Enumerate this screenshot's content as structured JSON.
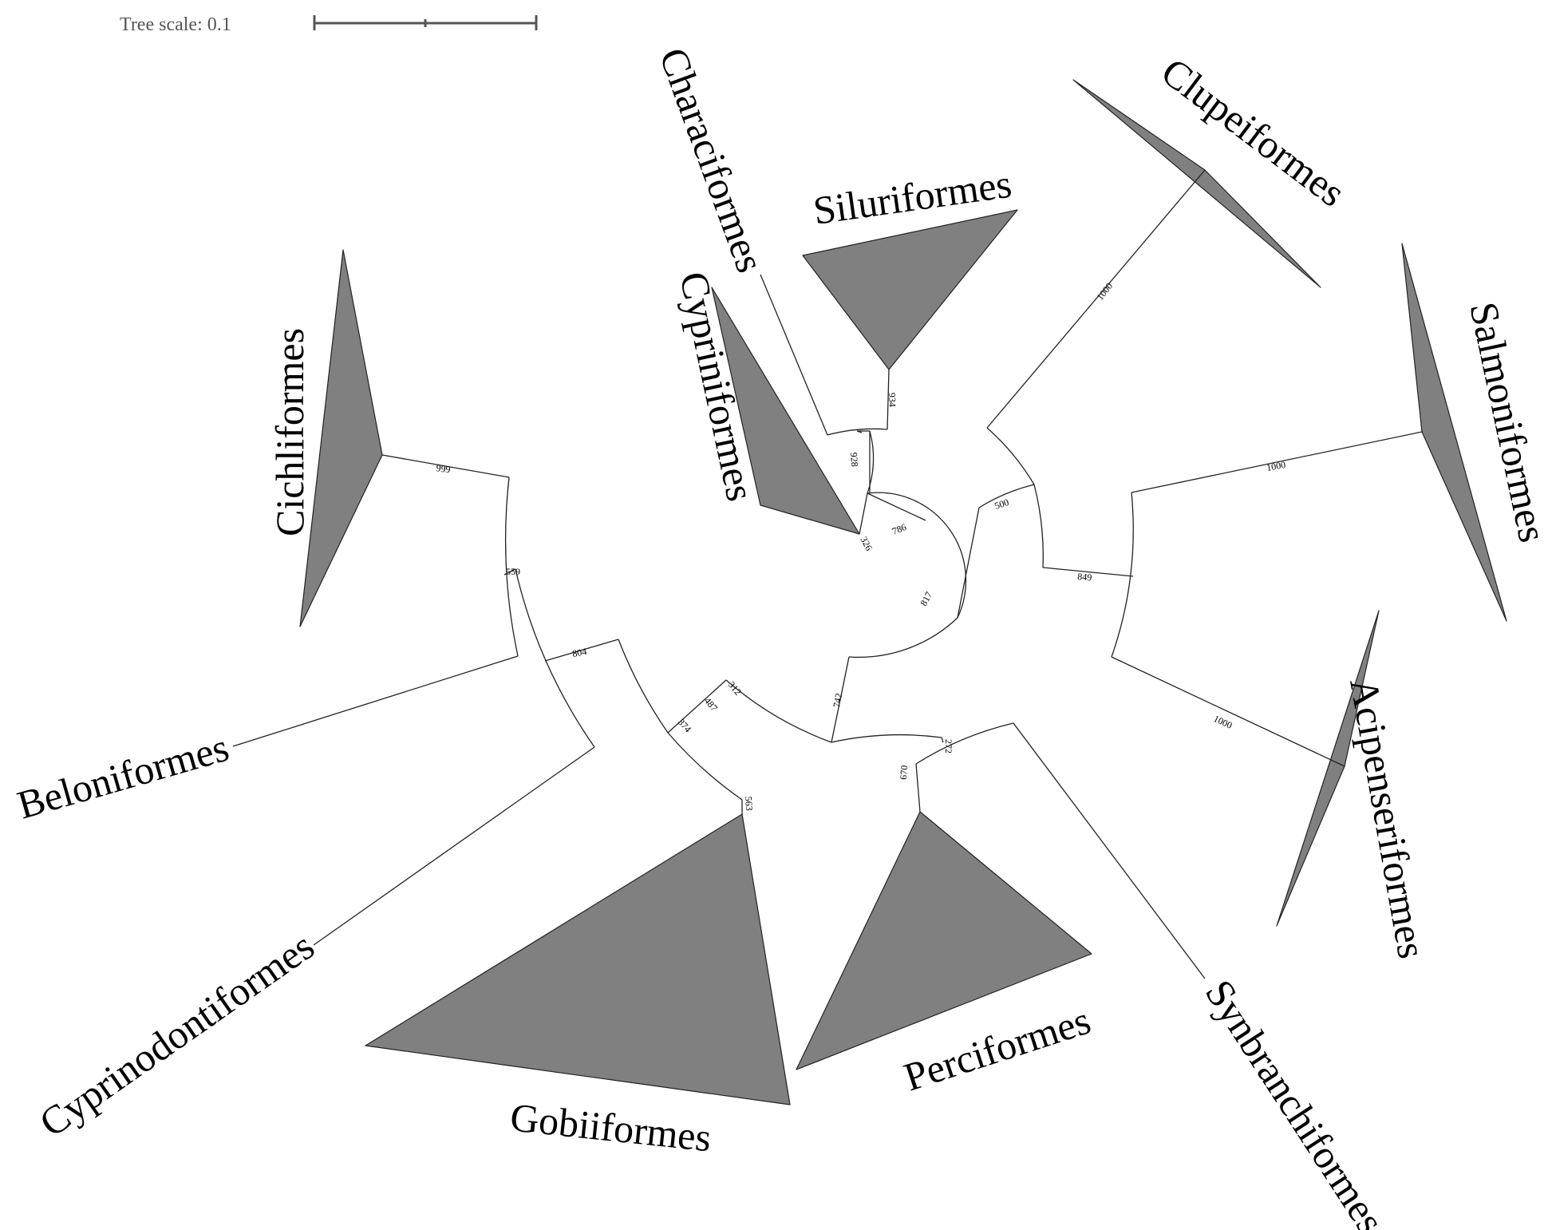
{
  "scale": {
    "label": "Tree scale: 0.1"
  },
  "taxa": [
    {
      "id": "clupeiformes",
      "label": "Clupeiformes",
      "collapsed": true
    },
    {
      "id": "salmoniformes",
      "label": "Salmoniformes",
      "collapsed": true
    },
    {
      "id": "acipenseriformes",
      "label": "Acipenseriformes",
      "collapsed": true
    },
    {
      "id": "synbranchiformes",
      "label": "Synbranchiformes",
      "collapsed": false
    },
    {
      "id": "perciformes",
      "label": "Perciformes",
      "collapsed": true
    },
    {
      "id": "gobiiformes",
      "label": "Gobiiformes",
      "collapsed": true
    },
    {
      "id": "cyprinodontiformes",
      "label": "Cyprinodontiformes",
      "collapsed": false
    },
    {
      "id": "beloniformes",
      "label": "Beloniformes",
      "collapsed": false
    },
    {
      "id": "cichliformes",
      "label": "Cichliformes",
      "collapsed": true
    },
    {
      "id": "cypriniformes",
      "label": "Cypriniformes",
      "collapsed": true
    },
    {
      "id": "characiformes",
      "label": "Characiformes",
      "collapsed": false
    },
    {
      "id": "siluriformes",
      "label": "Siluriformes",
      "collapsed": true
    }
  ],
  "support_values": [
    "1000",
    "1000",
    "1000",
    "849",
    "500",
    "817",
    "786",
    "326",
    "928",
    "934",
    "742",
    "272",
    "670",
    "312",
    "487",
    "374",
    "563",
    "804",
    "559",
    "999"
  ],
  "colors": {
    "collapsed_clade": "#808080",
    "branch": "#222222",
    "scale": "#555555"
  }
}
